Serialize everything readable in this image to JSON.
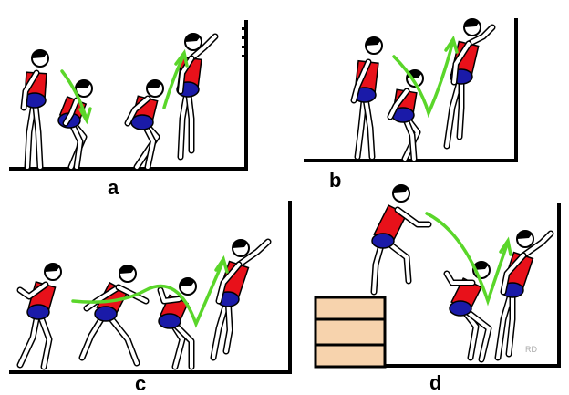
{
  "panels": [
    {
      "label": "a"
    },
    {
      "label": "b"
    },
    {
      "label": "c"
    },
    {
      "label": "d"
    }
  ],
  "signature": "RD",
  "colors": {
    "shirt": "#e8111a",
    "shorts": "#1a1aa8",
    "arrow": "#5ad62a",
    "box": "#f7d3ad",
    "ink": "#000000"
  }
}
